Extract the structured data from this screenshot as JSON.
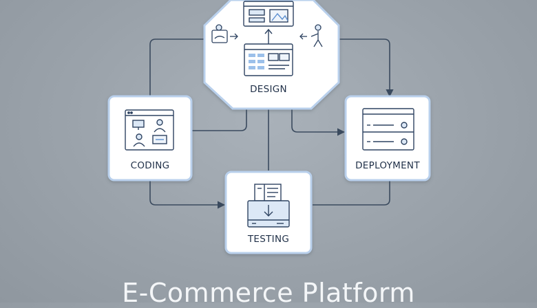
{
  "diagram": {
    "nodes": [
      {
        "id": "design",
        "label": "DESIGN"
      },
      {
        "id": "coding",
        "label": "CODING"
      },
      {
        "id": "deployment",
        "label": "DEPLOYMENT"
      },
      {
        "id": "testing",
        "label": "TESTING"
      }
    ],
    "edges": [
      {
        "from": "design",
        "to": "coding"
      },
      {
        "from": "design",
        "to": "deployment"
      },
      {
        "from": "design",
        "to": "testing"
      },
      {
        "from": "coding",
        "to": "testing"
      },
      {
        "from": "testing",
        "to": "deployment"
      }
    ],
    "title": "E-Commerce Platform",
    "colors": {
      "background": "#9aa2aa",
      "node_fill": "#ffffff",
      "node_border": "#b9d0ec",
      "line": "#3a4a5e",
      "icon_stroke": "#2d4260",
      "icon_accent": "#5b8fd0"
    }
  }
}
